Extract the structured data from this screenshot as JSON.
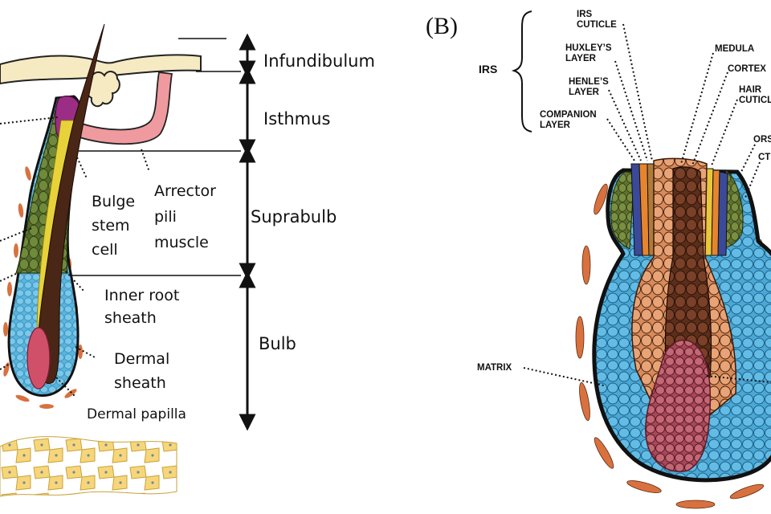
{
  "panel_a": {
    "regions": {
      "infundibulum": "Infundibulum",
      "isthmus": "Isthmus",
      "suprabulb": "Suprabulb",
      "bulb": "Bulb"
    },
    "structures": {
      "bulge_stem_cell": [
        "Bulge",
        "stem",
        "cell"
      ],
      "arrector_pili_muscle": [
        "Arrector",
        "pili",
        "muscle"
      ],
      "inner_root_sheath": [
        "Inner root",
        "sheath"
      ],
      "dermal_sheath": [
        "Dermal",
        "sheath"
      ],
      "dermal_papilla": "Dermal papilla"
    },
    "colors": {
      "hair_shaft": "#4a2616",
      "inner_root_sheath": "#e8d23a",
      "outer_root_sheath": "#6f8a3a",
      "matrix": "#58b5de",
      "dermal_papilla": "#d0506a",
      "bulge": "#9b2e84",
      "arrector_pili": "#ee9a9e",
      "dermal_sheath": "#d9713f",
      "epidermis": "#f6eac2",
      "fat": "#f2d068"
    }
  },
  "panel_b": {
    "label": "(B)",
    "group_label": "IRS",
    "captions": {
      "irs_cuticle": [
        "IRS",
        "CUTICLE"
      ],
      "huxleys_layer": [
        "HUXLEY’S",
        "LAYER"
      ],
      "henles_layer": [
        "HENLE’S",
        "LAYER"
      ],
      "companion_layer": [
        "COMPANION",
        "LAYER"
      ],
      "medula": "MEDULA",
      "cortex": "CORTEX",
      "hair_cuticle": [
        "HAIR",
        "CUTICL"
      ],
      "ors": "ORS",
      "ct": "CT",
      "matrix": "MATRIX"
    },
    "colors": {
      "cortex": "#e0986a",
      "medulla": "#6e3a22",
      "matrix": "#4aa8d6",
      "papilla": "#b85a6a",
      "ors": "#6b7f34",
      "huxley": "#e6852e",
      "henle": "#4a5aa8",
      "dermal_sheath": "#d9713f"
    }
  }
}
